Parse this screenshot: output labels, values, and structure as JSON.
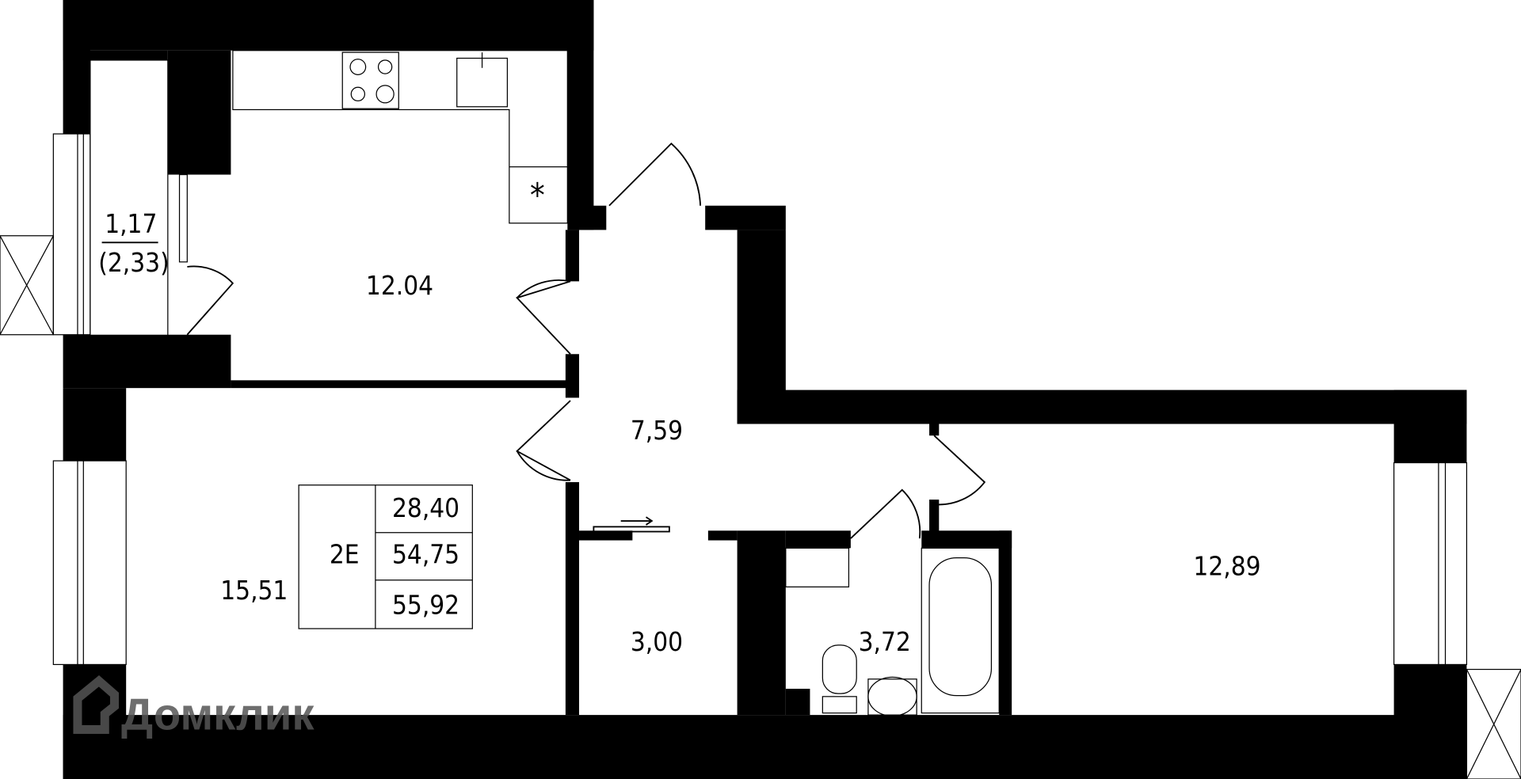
{
  "plan": {
    "rooms": {
      "loggia_area": "1,17",
      "loggia_area_full": "(2,33)",
      "kitchen": "12.04",
      "hallway": "7,59",
      "living_room": "15,51",
      "wardrobe": "3,00",
      "bathroom": "3,72",
      "bedroom": "12,89"
    },
    "summary": {
      "type": "2E",
      "living_area": "28,40",
      "total_area": "54,75",
      "total_with_loggia": "55,92"
    },
    "fridge_mark": "*"
  },
  "watermark": {
    "text": "Домклик"
  },
  "colors": {
    "wall": "#000000",
    "background": "#ffffff",
    "watermark": "#555555"
  }
}
